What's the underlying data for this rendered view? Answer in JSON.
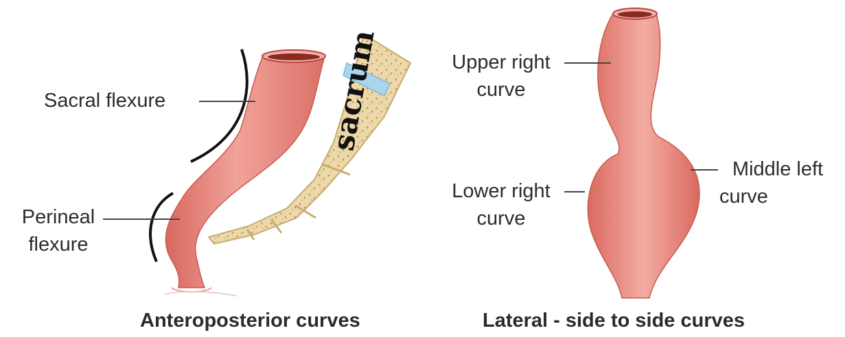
{
  "left_panel": {
    "caption": "Anteroposterior curves",
    "labels": {
      "sacral_flexure": "Sacral flexure",
      "perineal_flexure_line1": "Perineal",
      "perineal_flexure_line2": "flexure"
    },
    "bone_label": "sacrum"
  },
  "right_panel": {
    "caption": "Lateral - side to side curves",
    "labels": {
      "upper_right_line1": "Upper right",
      "upper_right_line2": "curve",
      "lower_right_line1": "Lower right",
      "lower_right_line2": "curve",
      "middle_left_line1": "Middle left",
      "middle_left_line2": "curve"
    }
  },
  "colors": {
    "rectum_fill": "#e8837a",
    "rectum_highlight": "#f7b3a9",
    "rectum_edge": "#c85c52",
    "lumen": "#8a2a22",
    "bone": "#ead6a8",
    "disc": "#a9d6ef",
    "annotation_arc": "#111111"
  }
}
